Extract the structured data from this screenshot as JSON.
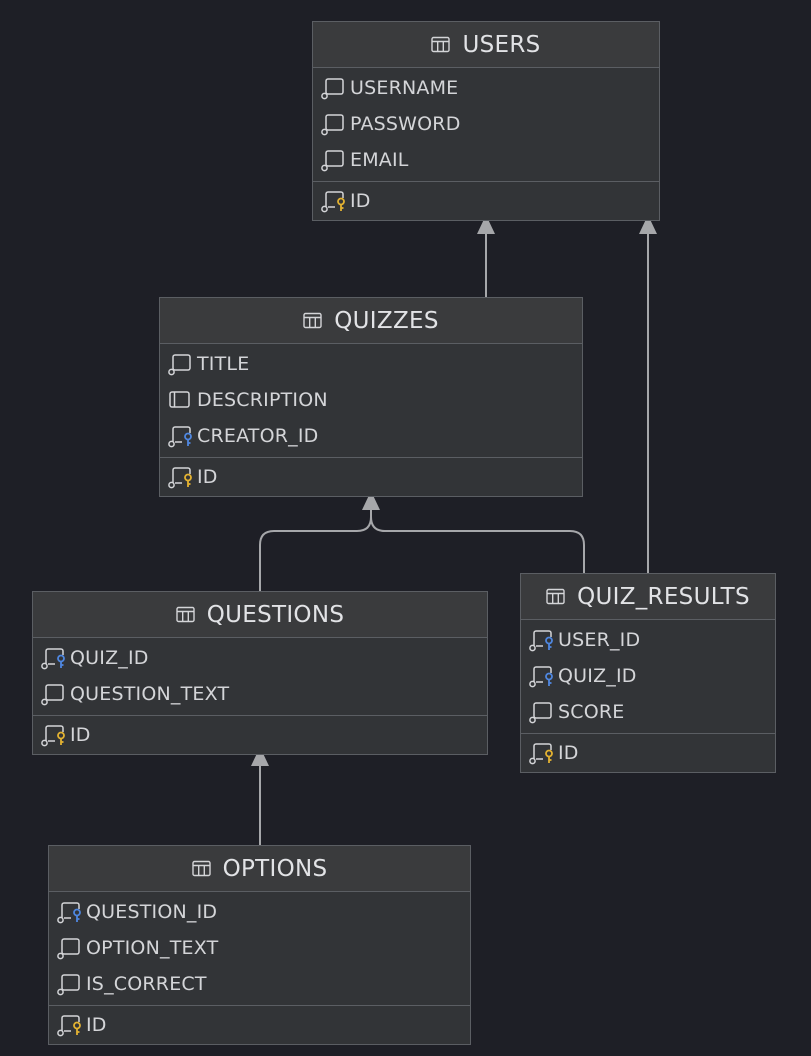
{
  "colors": {
    "background": "#1e1f26",
    "entity_fill": "#323437",
    "entity_header": "#3a3b3d",
    "border": "#5b5e63",
    "edge": "#a6a7aa",
    "foreign_key": "#4f87e0",
    "primary_key": "#e3b231"
  },
  "entities": {
    "users": {
      "title": "USERS",
      "fields": [
        {
          "name": "USERNAME",
          "icon": "column-icon"
        },
        {
          "name": "PASSWORD",
          "icon": "column-icon"
        },
        {
          "name": "EMAIL",
          "icon": "column-icon"
        }
      ],
      "primary": {
        "name": "ID",
        "icon": "primary-key-icon"
      }
    },
    "quizzes": {
      "title": "QUIZZES",
      "fields": [
        {
          "name": "TITLE",
          "icon": "column-icon"
        },
        {
          "name": "DESCRIPTION",
          "icon": "nullable-column-icon"
        },
        {
          "name": "CREATOR_ID",
          "icon": "foreign-key-icon"
        }
      ],
      "primary": {
        "name": "ID",
        "icon": "primary-key-icon"
      }
    },
    "questions": {
      "title": "QUESTIONS",
      "fields": [
        {
          "name": "QUIZ_ID",
          "icon": "foreign-key-icon"
        },
        {
          "name": "QUESTION_TEXT",
          "icon": "column-icon"
        }
      ],
      "primary": {
        "name": "ID",
        "icon": "primary-key-icon"
      }
    },
    "quiz_results": {
      "title": "QUIZ_RESULTS",
      "fields": [
        {
          "name": "USER_ID",
          "icon": "foreign-key-icon"
        },
        {
          "name": "QUIZ_ID",
          "icon": "foreign-key-icon"
        },
        {
          "name": "SCORE",
          "icon": "column-icon"
        }
      ],
      "primary": {
        "name": "ID",
        "icon": "primary-key-icon"
      }
    },
    "options": {
      "title": "OPTIONS",
      "fields": [
        {
          "name": "QUESTION_ID",
          "icon": "foreign-key-icon"
        },
        {
          "name": "OPTION_TEXT",
          "icon": "column-icon"
        },
        {
          "name": "IS_CORRECT",
          "icon": "column-icon"
        }
      ],
      "primary": {
        "name": "ID",
        "icon": "primary-key-icon"
      }
    }
  },
  "relationships": [
    {
      "from": "quizzes",
      "to": "users"
    },
    {
      "from": "quiz_results",
      "to": "users"
    },
    {
      "from": "questions",
      "to": "quizzes"
    },
    {
      "from": "quiz_results",
      "to": "quizzes"
    },
    {
      "from": "options",
      "to": "questions"
    }
  ]
}
